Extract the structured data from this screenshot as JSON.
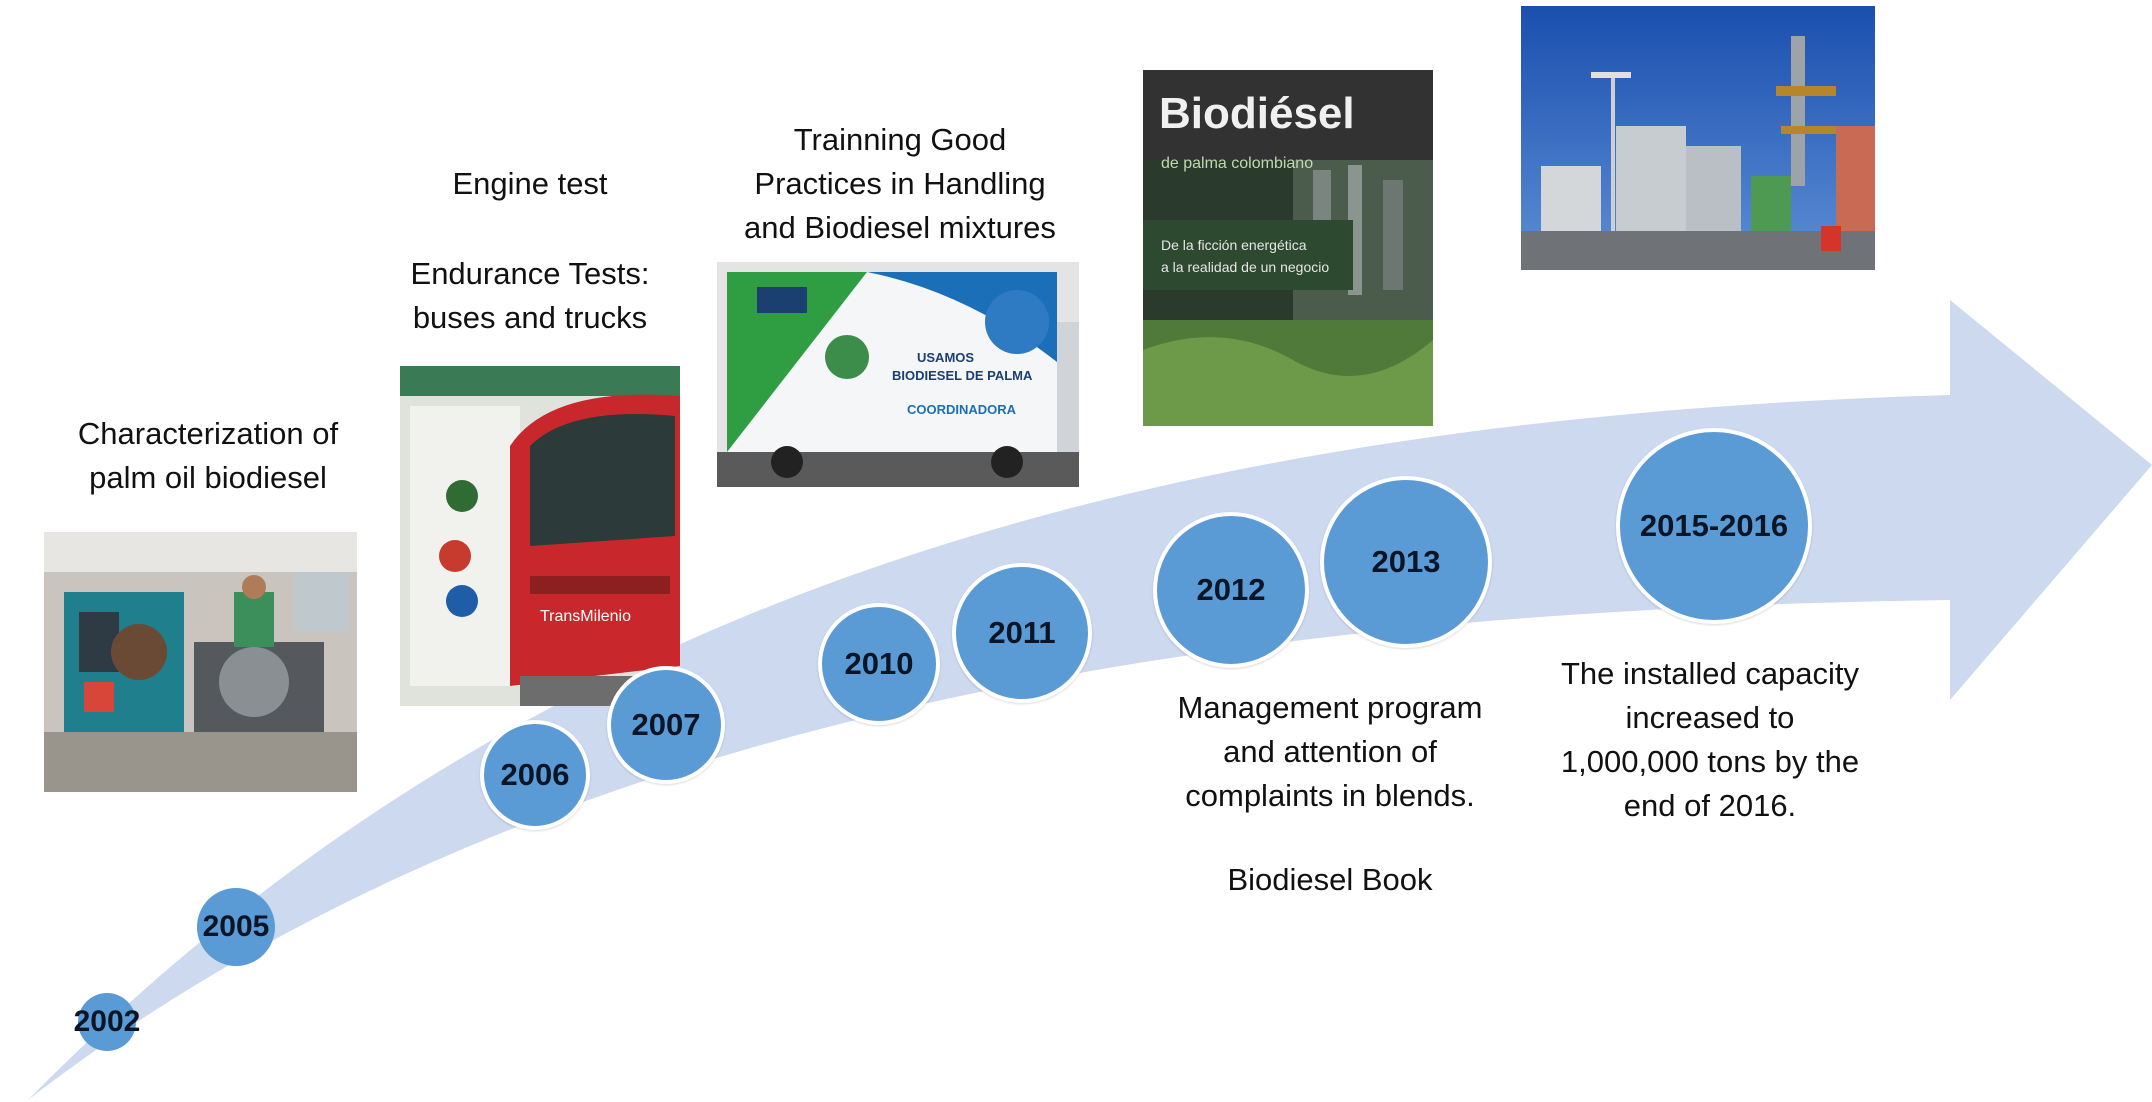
{
  "timeline": {
    "years": [
      {
        "id": "y2002",
        "label": "2002"
      },
      {
        "id": "y2005",
        "label": "2005"
      },
      {
        "id": "y2006",
        "label": "2006"
      },
      {
        "id": "y2007",
        "label": "2007"
      },
      {
        "id": "y2010",
        "label": "2010"
      },
      {
        "id": "y2011",
        "label": "2011"
      },
      {
        "id": "y2012",
        "label": "2012"
      },
      {
        "id": "y2013",
        "label": "2013"
      },
      {
        "id": "y2015",
        "label": "2015-2016"
      }
    ],
    "captions": {
      "characterization": [
        "Characterization of",
        "palm oil  biodiesel"
      ],
      "engine_test": [
        "Engine test"
      ],
      "endurance": [
        "Endurance Tests:",
        "buses and trucks"
      ],
      "training": [
        "Trainning Good",
        "Practices in Handling",
        "and Biodiesel mixtures"
      ],
      "management": [
        "Management program",
        "and attention of",
        "complaints in blends."
      ],
      "book": [
        "Biodiesel Book"
      ],
      "capacity": [
        "The installed capacity",
        "increased to",
        "1,000,000 tons by the",
        "end of 2016."
      ]
    },
    "book_cover": {
      "title": "Biodiésel",
      "subtitle": "de palma colombiano",
      "tagline_1": "De la ficción energética",
      "tagline_2": "a la realidad de un negocio"
    },
    "truck_sign": {
      "line_1": "USAMOS",
      "line_2": "BIODIESEL DE PALMA",
      "brand": "COORDINADORA"
    },
    "bus_sign": "TransMilenio",
    "colors": {
      "arrow": "#cdd9ee",
      "circle": "#5b9bd5",
      "circle_text": "#0b1526"
    }
  }
}
